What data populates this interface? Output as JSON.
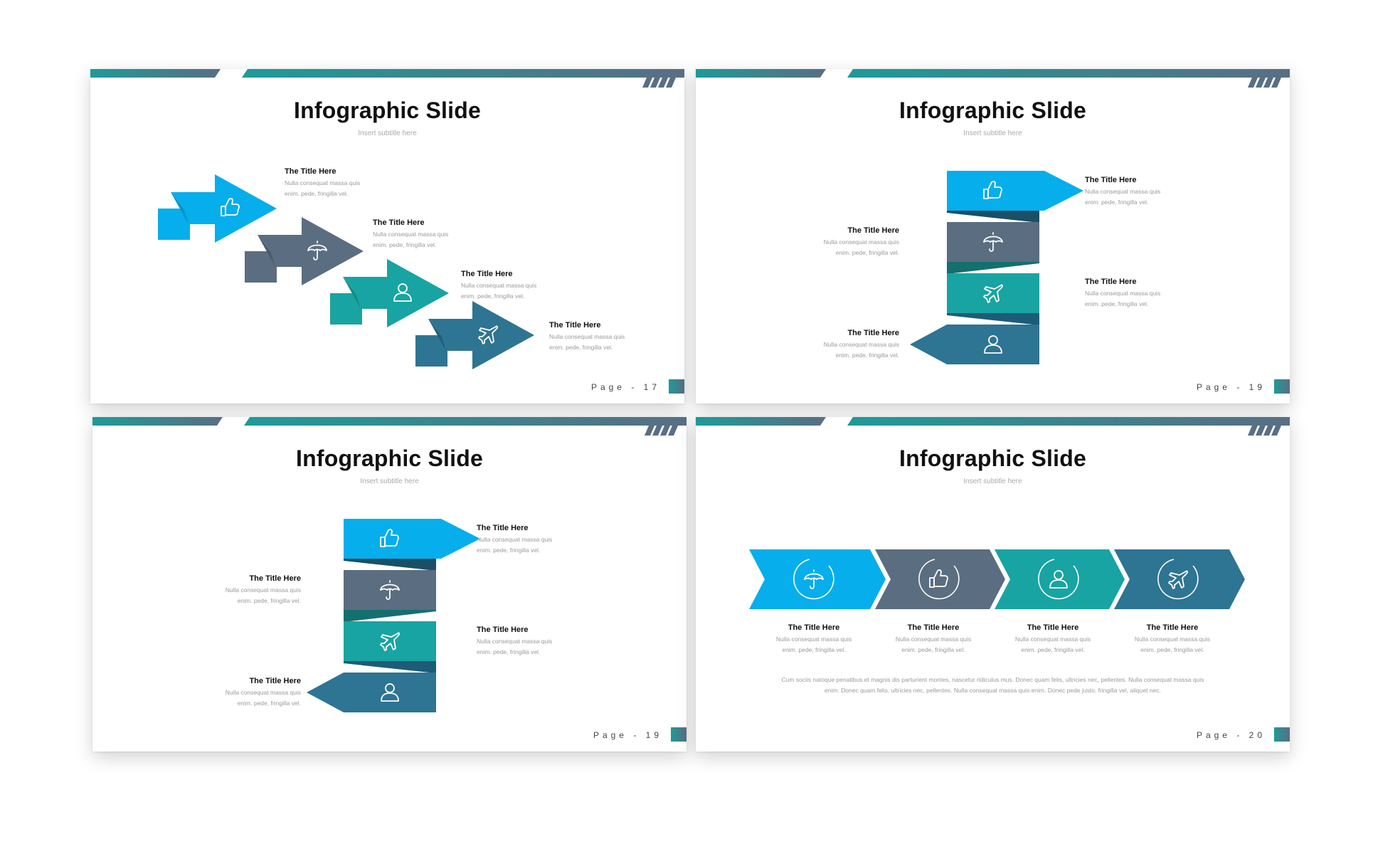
{
  "colors": {
    "light_blue": "#06aeeb",
    "slate": "#5b6d80",
    "teal": "#18a4a2",
    "dark_teal": "#2e7493",
    "header_teal": "#1e9a98",
    "header_slate": "#5a6e84"
  },
  "item_text": {
    "title": "The Title Here",
    "line1": "Nulla consequat massa quis",
    "line2": "enim. pede, fringilla vel."
  },
  "slides": [
    {
      "title": "Infographic Slide",
      "subtitle": "Insert subtitle here",
      "page": "Page - 17",
      "icons": [
        "thumbs-up",
        "umbrella",
        "user",
        "airplane"
      ]
    },
    {
      "title": "Infographic Slide",
      "subtitle": "Insert subtitle here",
      "page": "Page - 19",
      "icons": [
        "thumbs-up",
        "umbrella",
        "airplane",
        "user"
      ]
    },
    {
      "title": "Infographic Slide",
      "subtitle": "Insert subtitle here",
      "page": "Page - 19",
      "icons": [
        "thumbs-up",
        "umbrella",
        "airplane",
        "user"
      ]
    },
    {
      "title": "Infographic Slide",
      "subtitle": "Insert subtitle here",
      "page": "Page - 20",
      "icons": [
        "umbrella",
        "thumbs-up",
        "user",
        "airplane"
      ],
      "body_line1": "Cum sociis natoque penatibus et magnis dis parturient montes, nascetur ridiculus mus. Donec quam felis, ultricies nec, pellentes. Nulla consequat massa quis",
      "body_line2": "enim. Donec quam felis, ultricies nec, pellentes. Nulla consequat massa quis enim. Donec pede justo, fringilla vel, aliquet nec."
    }
  ]
}
